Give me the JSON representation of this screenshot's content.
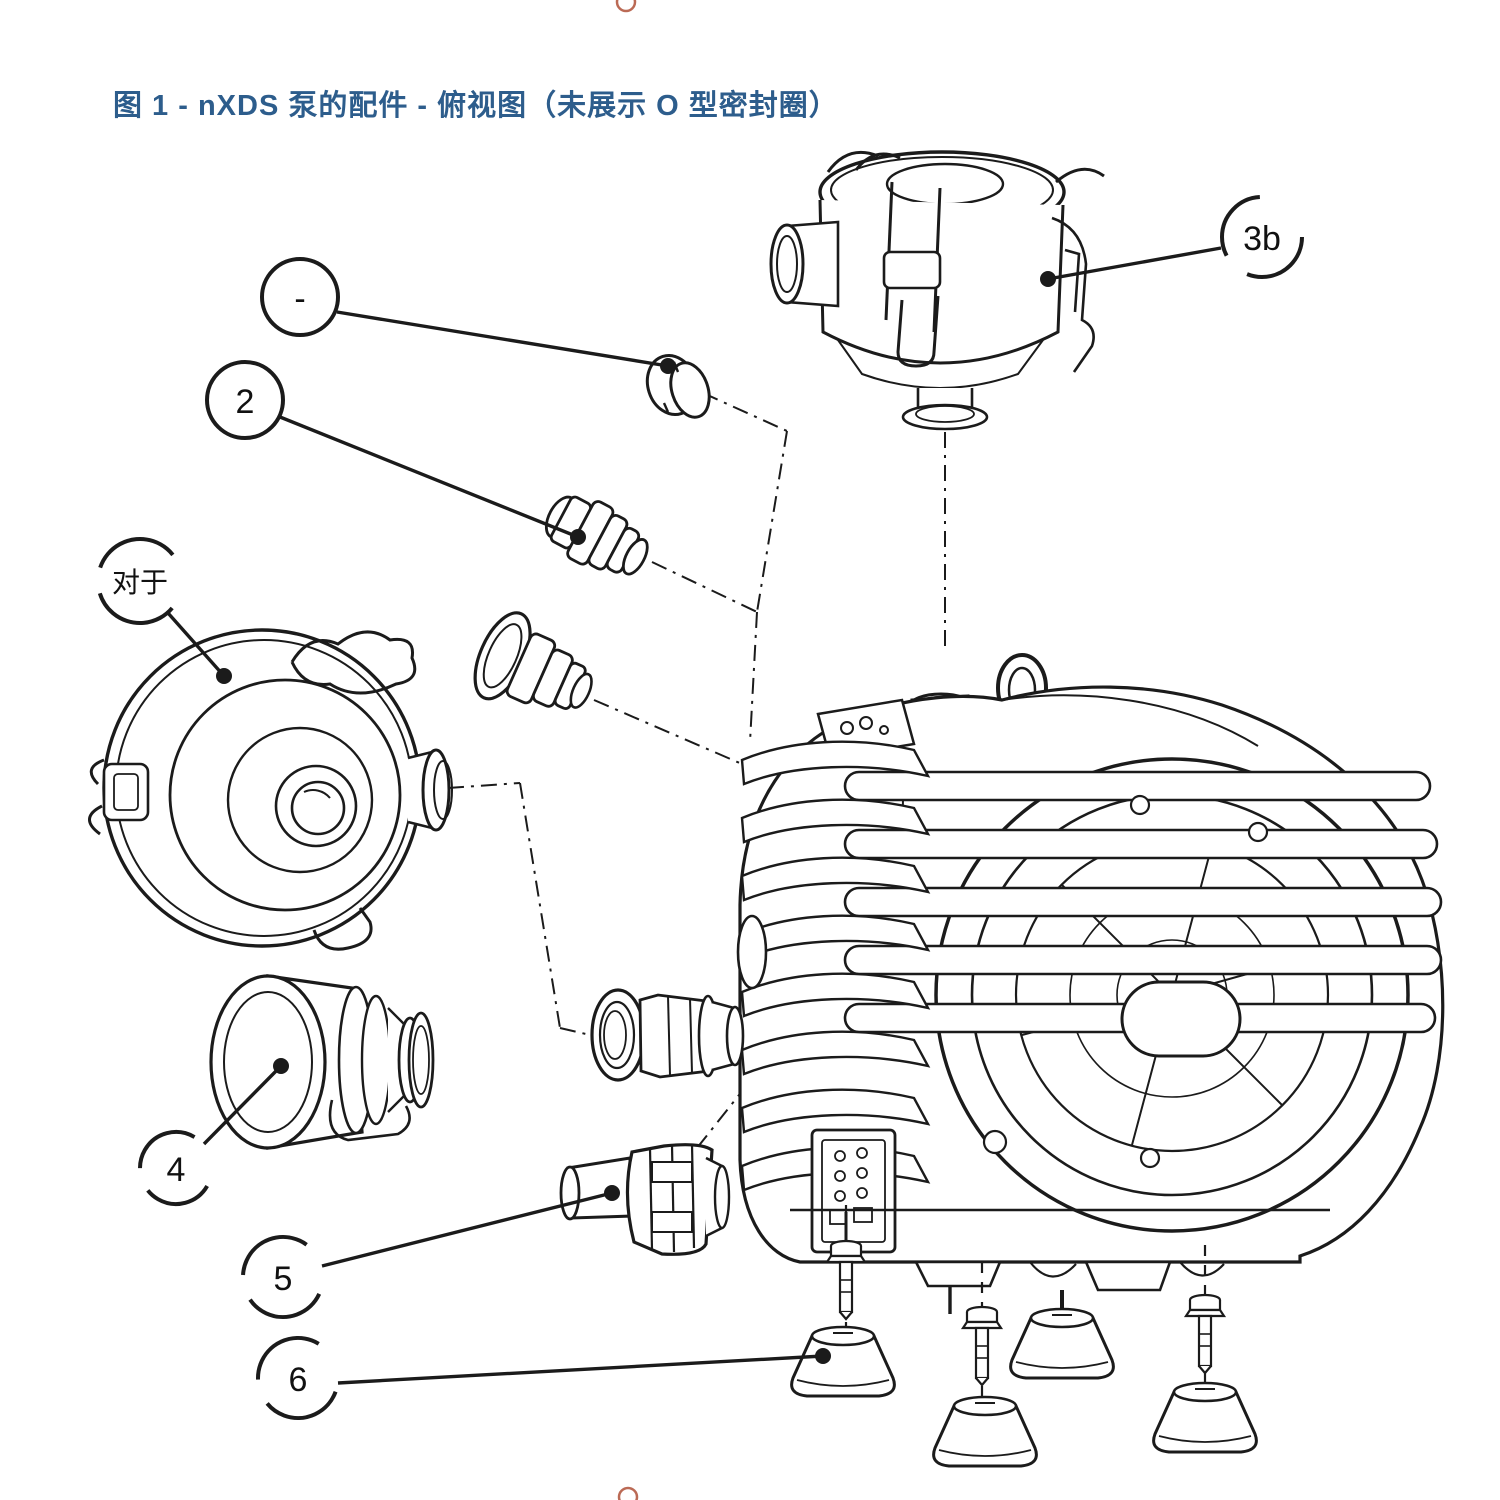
{
  "figure": {
    "title": "图 1 - nXDS 泵的配件 - 俯视图（未展示 O 型密封圈）",
    "title_color": "#2d5d8c"
  },
  "callouts": [
    {
      "label": "-",
      "target": "blanking-plug"
    },
    {
      "label": "2",
      "target": "barb-adaptor"
    },
    {
      "label": "3b",
      "target": "inlet-filter"
    },
    {
      "label": "对于",
      "target": "exhaust-silencer"
    },
    {
      "label": "4",
      "target": "silencer-cartridge"
    },
    {
      "label": "5",
      "target": "drain-nut-fitting"
    },
    {
      "label": "6",
      "target": "vibration-isolator-foot"
    }
  ],
  "colors": {
    "line": "#1b1b1b",
    "accent_red": "#bb6a55",
    "background": "#ffffff"
  }
}
